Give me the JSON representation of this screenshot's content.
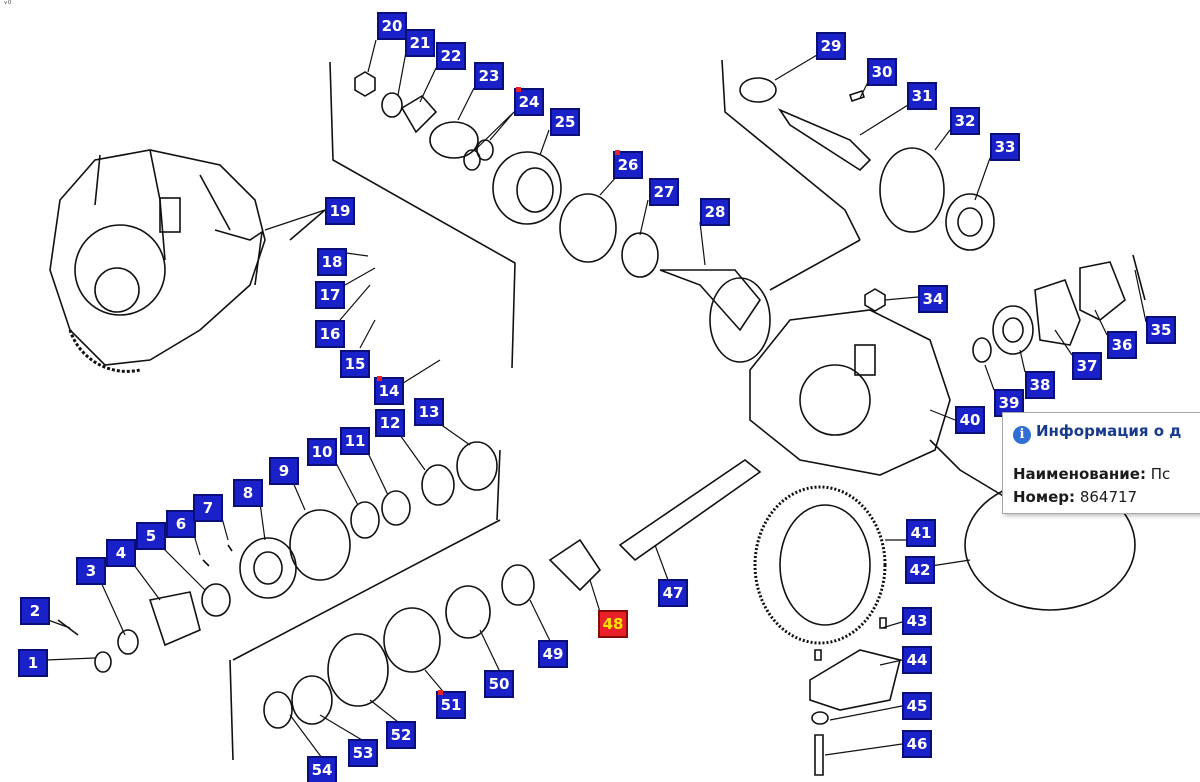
{
  "corner_text": "ᵛ⁰",
  "parts": [
    {
      "num": "1"
    },
    {
      "num": "2"
    },
    {
      "num": "3"
    },
    {
      "num": "4"
    },
    {
      "num": "5"
    },
    {
      "num": "6"
    },
    {
      "num": "7"
    },
    {
      "num": "8"
    },
    {
      "num": "9"
    },
    {
      "num": "10"
    },
    {
      "num": "11"
    },
    {
      "num": "12"
    },
    {
      "num": "13"
    },
    {
      "num": "14"
    },
    {
      "num": "15"
    },
    {
      "num": "16"
    },
    {
      "num": "17"
    },
    {
      "num": "18"
    },
    {
      "num": "19"
    },
    {
      "num": "20"
    },
    {
      "num": "21"
    },
    {
      "num": "22"
    },
    {
      "num": "23"
    },
    {
      "num": "24"
    },
    {
      "num": "25"
    },
    {
      "num": "26"
    },
    {
      "num": "27"
    },
    {
      "num": "28"
    },
    {
      "num": "29"
    },
    {
      "num": "30"
    },
    {
      "num": "31"
    },
    {
      "num": "32"
    },
    {
      "num": "33"
    },
    {
      "num": "34"
    },
    {
      "num": "35"
    },
    {
      "num": "36"
    },
    {
      "num": "37"
    },
    {
      "num": "38"
    },
    {
      "num": "39"
    },
    {
      "num": "40"
    },
    {
      "num": "41"
    },
    {
      "num": "42"
    },
    {
      "num": "43"
    },
    {
      "num": "44"
    },
    {
      "num": "45"
    },
    {
      "num": "46"
    },
    {
      "num": "47"
    },
    {
      "num": "48",
      "selected": true
    },
    {
      "num": "49"
    },
    {
      "num": "50"
    },
    {
      "num": "51"
    },
    {
      "num": "52"
    },
    {
      "num": "53"
    },
    {
      "num": "54"
    }
  ],
  "colors": {
    "label_bg": "#1a21c8",
    "label_text": "#ffffff",
    "selected_bg": "#e8212a",
    "selected_text": "#ffe600",
    "marker": "#e8212a"
  },
  "tooltip": {
    "icon": "info-icon",
    "title": "Информация о д",
    "name_label": "Наименование:",
    "name_value": "Пс",
    "number_label": "Номер:",
    "number_value": "864717"
  }
}
